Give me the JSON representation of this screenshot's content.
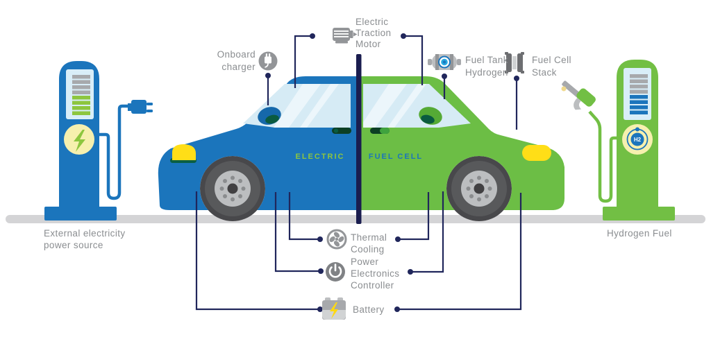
{
  "diagram_type": "infographic",
  "subject": "Electric / Fuel Cell vehicle components with charging and hydrogen stations",
  "labels": {
    "electric_traction_motor": [
      "Electric",
      "Traction",
      "Motor"
    ],
    "onboard_charger": [
      "Onboard",
      "charger"
    ],
    "fuel_tank_hydrogen": [
      "Fuel Tank",
      "Hydrogen"
    ],
    "fuel_cell_stack": [
      "Fuel Cell",
      "Stack"
    ],
    "thermal_cooling": [
      "Thermal",
      "Cooling"
    ],
    "power_electronics_controller": [
      "Power",
      "Electronics",
      "Controller"
    ],
    "battery": [
      "Battery"
    ],
    "external_power_source": [
      "External electricity",
      "power source"
    ],
    "hydrogen_fuel": [
      "Hydrogen Fuel"
    ],
    "car_electric_side": "ELECTRIC",
    "car_fuel_cell_side": "FUEL CELL",
    "h2_badge": "H2"
  },
  "icons": {
    "electric_traction_motor": "motor-icon",
    "onboard_charger": "plug-in-circle-icon",
    "fuel_tank_hydrogen": "hydrogen-tank-icon",
    "fuel_cell_stack": "stack-bars-icon",
    "thermal_cooling": "fan-icon",
    "power_electronics_controller": "power-button-icon",
    "battery": "battery-bolt-icon",
    "left_station": "ev-charging-station",
    "right_station": "hydrogen-fuel-dispenser"
  },
  "colors": {
    "electric_blue": "#1B75BC",
    "fuel_cell_green": "#6CBE45",
    "station_green": "#72BF44",
    "connector_navy": "#20265B",
    "divider_navy": "#1A1D4F",
    "label_gray": "#8A8D90",
    "icon_gray": "#939598",
    "ground_gray": "#D4D4D6",
    "highlight_yellow": "#FFDE17",
    "bar_green": "#8DC63F",
    "bar_gray": "#A7A9AC",
    "pale_yellow": "#F6F0AE",
    "window_blue": "#D6EBF5"
  }
}
